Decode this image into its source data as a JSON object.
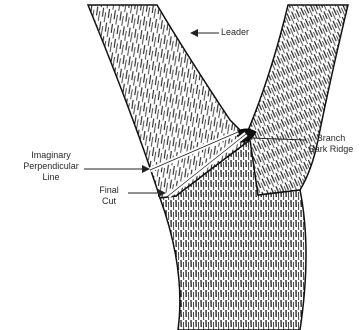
{
  "labels": {
    "leader": "Leader",
    "perpendicular": "Imaginary Perpendicular Line",
    "final_cut": "Final Cut",
    "branch_bark_ridge": "Branch Bark Ridge"
  }
}
